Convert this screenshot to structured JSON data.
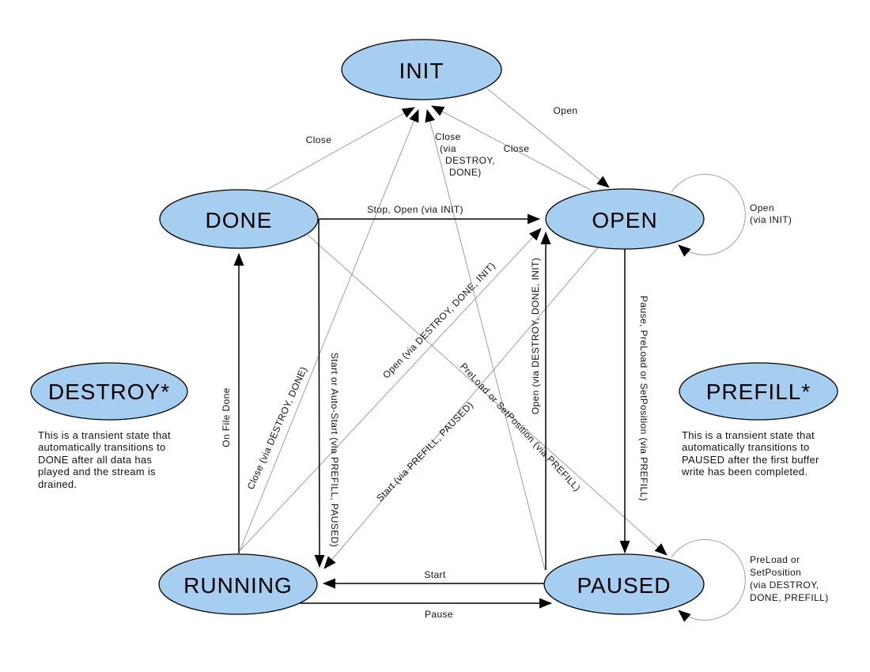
{
  "colors": {
    "state_fill": "#a5cef0",
    "state_stroke": "#000000",
    "edge_gray": "#9e9e9e",
    "edge_black": "#000000",
    "background": "#ffffff",
    "text": "#000000"
  },
  "states": {
    "init": {
      "name": "INIT"
    },
    "done": {
      "name": "DONE"
    },
    "open": {
      "name": "OPEN"
    },
    "destroy": {
      "name": "DESTROY*"
    },
    "prefill": {
      "name": "PREFILL*"
    },
    "running": {
      "name": "RUNNING"
    },
    "paused": {
      "name": "PAUSED"
    }
  },
  "transitions": {
    "done_to_init": "Close",
    "open_to_init": "Close",
    "running_to_init": "Close (via DESTROY, DONE)",
    "paused_to_init_lines": [
      "Close",
      "(via",
      "DESTROY,",
      "DONE)"
    ],
    "init_to_open": "Open",
    "done_to_open": "Stop, Open (via INIT)",
    "open_self_lines": [
      "Open",
      "(via INIT)"
    ],
    "running_to_done": "On File Done",
    "done_to_running": "Start or Auto-Start (via PREFILL, PAUSED)",
    "running_to_open": "Open (via DESTROY, DONE, INIT)",
    "open_to_running": "Start (via PREFILL, PAUSED)",
    "done_to_paused": "PreLoad or SetPosition (via PREFILL)",
    "paused_to_open": "Open (via DESTROY, DONE, INIT)",
    "open_to_paused": "Pause, PreLoad or SetPosition (via PREFILL)",
    "paused_to_running": "Start",
    "running_to_paused": "Pause",
    "paused_self_lines": [
      "PreLoad or",
      "SetPosition",
      "(via DESTROY,",
      "DONE, PREFILL)"
    ]
  },
  "notes": {
    "destroy_lines": [
      "This is a transient state that",
      "automatically transitions to",
      "DONE after all data has",
      "played and the stream is",
      "drained."
    ],
    "prefill_lines": [
      "This is a transient state that",
      "automatically transitions to",
      "PAUSED after the first buffer",
      "write has been completed."
    ]
  }
}
